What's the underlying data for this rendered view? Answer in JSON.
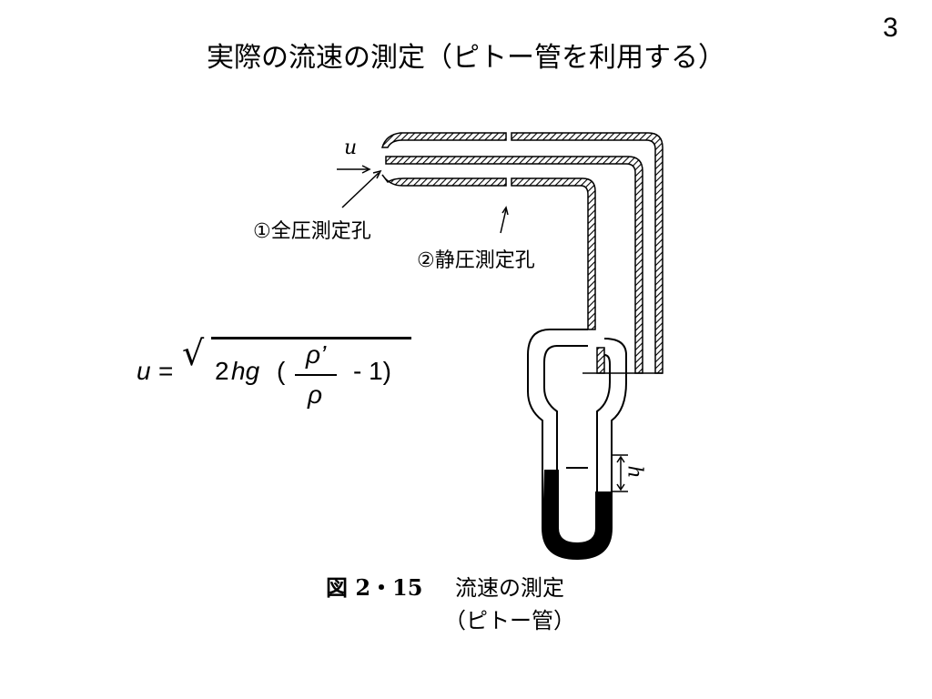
{
  "slide": {
    "page_number": "3",
    "title": "実際の流速の測定（ピトー管を利用する）"
  },
  "formula": {
    "lhs": "u",
    "equals": "=",
    "radicand_prefix": "2",
    "radicand_vars": "hg",
    "open_paren": "(",
    "numerator": "ρ’",
    "denominator": "ρ",
    "minus_one": "- 1)"
  },
  "diagram": {
    "velocity_label": "u",
    "total_pressure_hole_label": "①全圧測定孔",
    "static_pressure_hole_label": "②静圧測定孔",
    "height_label": "h",
    "hatch_color": "#000000",
    "manometer_liquid_color": "#000000"
  },
  "figure_caption": {
    "number": "図 2・15",
    "title_line1": "流速の測定",
    "title_line2": "（ピトー管）"
  }
}
